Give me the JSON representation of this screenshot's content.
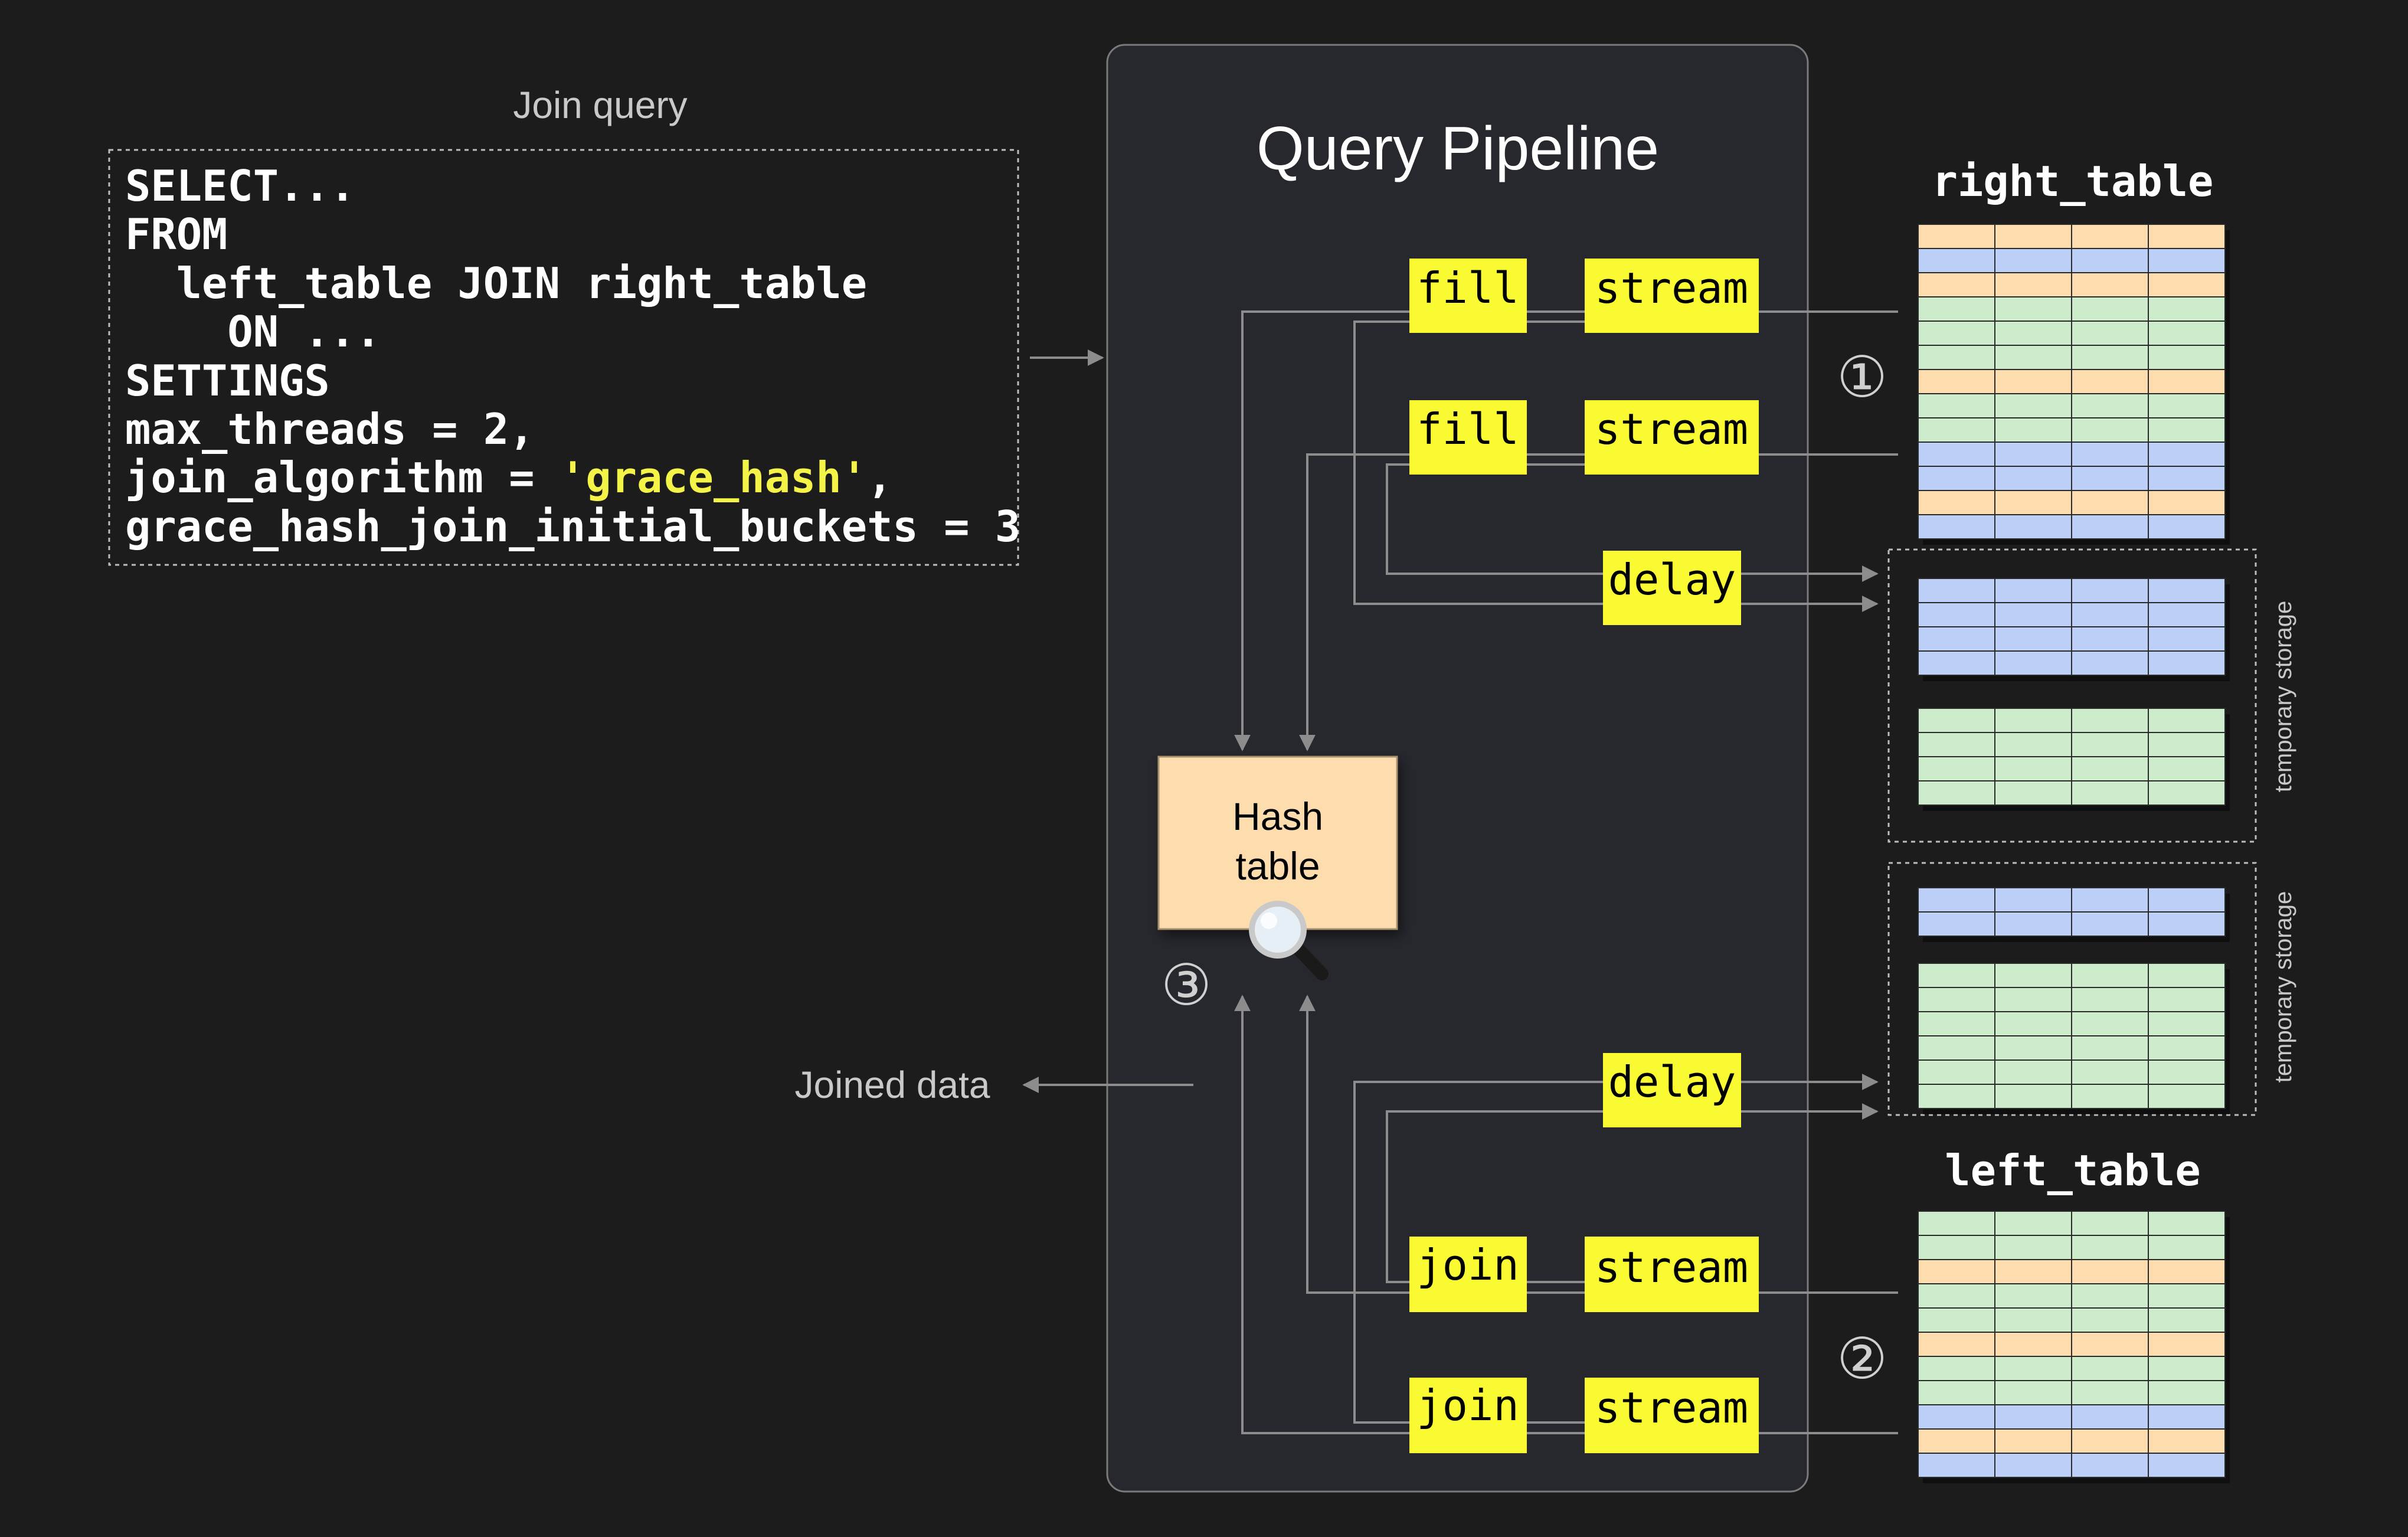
{
  "query": {
    "label": "Join query",
    "lines": [
      "SELECT...",
      "FROM",
      "  left_table JOIN right_table",
      "    ON ...",
      "SETTINGS",
      "max_threads = 2,"
    ],
    "line_algo_prefix": "join_algorithm = ",
    "line_algo_value": "'grace_hash'",
    "line_algo_suffix": ",",
    "line_buckets": "grace_hash_join_initial_buckets = 3"
  },
  "pipeline": {
    "title": "Query Pipeline",
    "labels": {
      "fill": "fill",
      "stream": "stream",
      "delay": "delay",
      "join": "join"
    }
  },
  "hash_table": {
    "line1": "Hash",
    "line2": "table"
  },
  "markers": {
    "one": "①",
    "two": "②",
    "three": "③"
  },
  "joined_data": "Joined data",
  "tables": {
    "right": "right_table",
    "left": "left_table",
    "temp_storage": "temporary storage"
  },
  "colors": {
    "background": "#1c1c1c",
    "pipeline_panel": "#27282e",
    "label_yellow": "#fafa32",
    "hash_table": "#fddcae",
    "orange_row": "#fddcae",
    "blue_row": "#bcd0f7",
    "green_row": "#cdeccc",
    "string_literal": "#f4f448"
  }
}
